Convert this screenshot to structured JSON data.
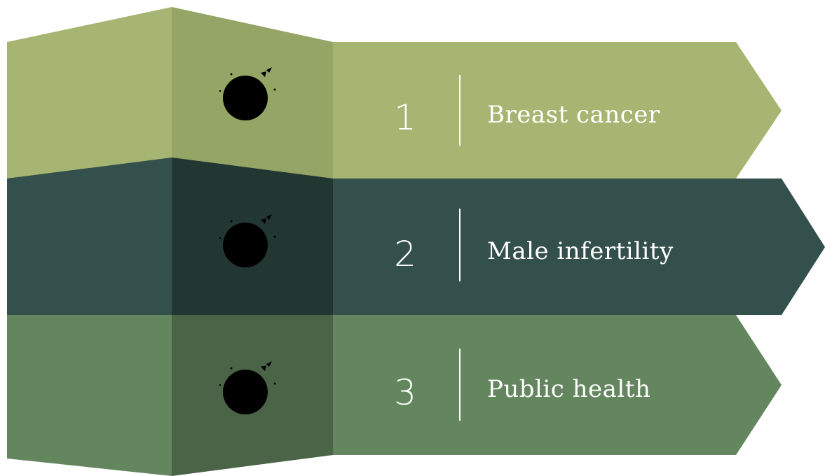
{
  "items": [
    {
      "number": "1",
      "label": "Breast cancer",
      "icon": "target-icon",
      "colors": {
        "left": "#a6b572",
        "mid": "#94a566",
        "right": "#a6b572"
      }
    },
    {
      "number": "2",
      "label": "Male infertility",
      "icon": "target-icon",
      "colors": {
        "left": "#34504c",
        "mid": "#233732",
        "right": "#34504c"
      }
    },
    {
      "number": "3",
      "label": "Public health",
      "icon": "target-icon",
      "colors": {
        "left": "#64865f",
        "mid": "#4b6448",
        "right": "#64865f"
      }
    }
  ]
}
